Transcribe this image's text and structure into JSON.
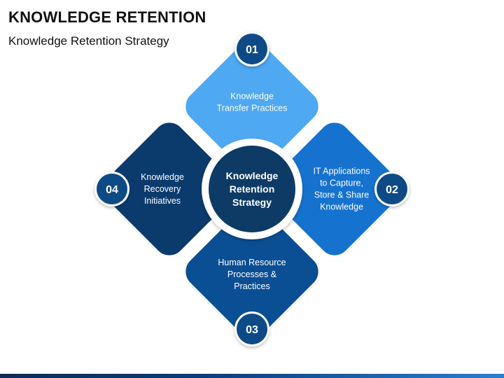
{
  "header": {
    "title": "KNOWLEDGE RETENTION",
    "subtitle": "Knowledge Retention Strategy"
  },
  "center": {
    "lines": [
      "Knowledge",
      "Retention",
      "Strategy"
    ],
    "color": "#0d3b66"
  },
  "petals": [
    {
      "number": "01",
      "lines": [
        "Knowledge",
        "Transfer Practices"
      ],
      "color": "#4ea8f2"
    },
    {
      "number": "02",
      "lines": [
        "IT Applications",
        "to Capture,",
        "Store & Share",
        "Knowledge"
      ],
      "color": "#1672cf"
    },
    {
      "number": "03",
      "lines": [
        "Human Resource",
        "Processes &",
        "Practices"
      ],
      "color": "#0a4f94"
    },
    {
      "number": "04",
      "lines": [
        "Knowledge",
        "Recovery",
        "Initiatives"
      ],
      "color": "#0b3a6d"
    }
  ],
  "colors": {
    "badge_fill": "#0e4a86",
    "badge_ring": "#ffffff",
    "text_on_dark": "#ffffff"
  }
}
